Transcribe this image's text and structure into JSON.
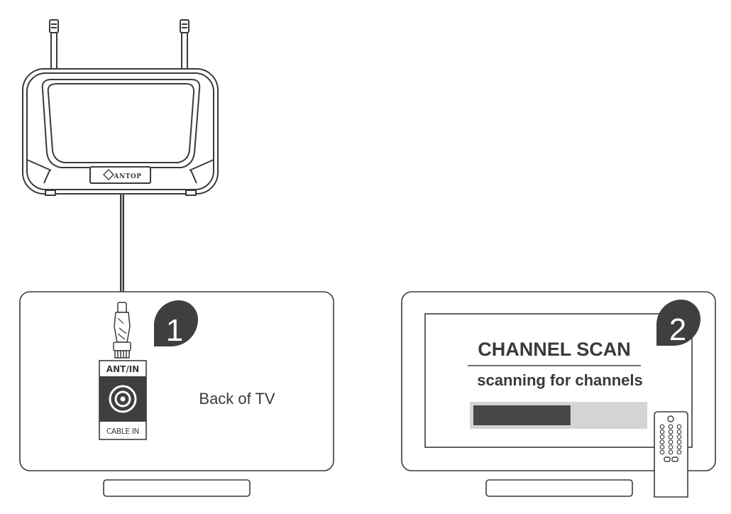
{
  "antenna": {
    "brand": "ANTOP"
  },
  "step1": {
    "number": "1",
    "port_top_label": "ANT/IN",
    "port_bottom_label": "CABLE IN",
    "caption": "Back of TV"
  },
  "step2": {
    "number": "2",
    "screen_title": "CHANNEL SCAN",
    "screen_subtitle": "scanning for channels",
    "progress_fraction": 0.57
  },
  "colors": {
    "line": "#3a3a3a",
    "dark_fill": "#3f3f3f",
    "progress_track": "#d4d4d4",
    "progress_fill": "#464646"
  }
}
